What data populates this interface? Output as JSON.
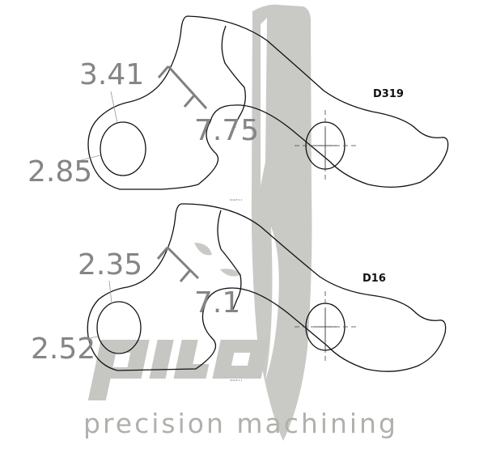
{
  "watermark": {
    "logo": "pilo",
    "tagline": "precision machining",
    "color": "#c9c9c6"
  },
  "parts": [
    {
      "label": "D319",
      "dimensions": [
        "3.41",
        "2.85",
        "7.75"
      ],
      "scale_note": "SCALE 1:1"
    },
    {
      "label": "D16",
      "dimensions": [
        "2.35",
        "2.52",
        "7.1"
      ],
      "scale_note": "SCALE 1:1"
    }
  ]
}
